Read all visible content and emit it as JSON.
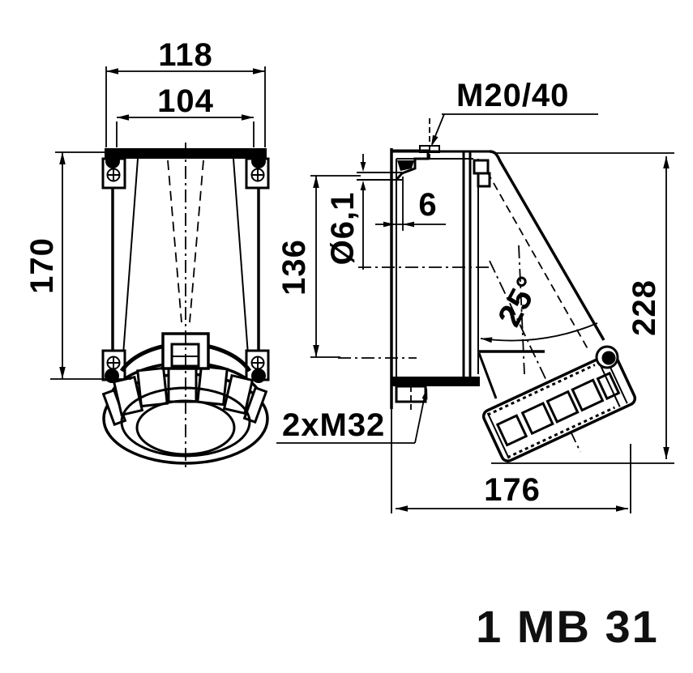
{
  "part_number": "1 MB 31",
  "dimensions": {
    "overall_width": "118",
    "fixing_width": "104",
    "body_height": "170",
    "fixing_hole_spacing": "136",
    "fixing_hole_diameter": "Ø6,1",
    "wall_clearance": "6",
    "top_cable_entry": "M20/40",
    "bottom_cable_entry": "2xM32",
    "socket_angle": "25°",
    "overall_height": "228",
    "overall_depth": "176"
  }
}
